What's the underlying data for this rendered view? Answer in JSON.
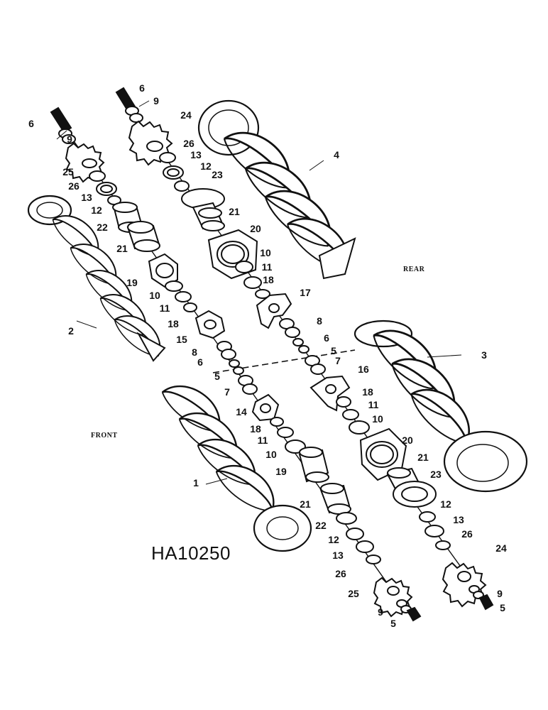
{
  "diagram": {
    "reference_code": "HA10250",
    "side_labels": {
      "rear": "REAR",
      "front": "FRONT"
    },
    "ink_color": "#111111",
    "paper_color": "#ffffff",
    "part_labels": [
      {
        "text": "6"
      },
      {
        "text": "9"
      },
      {
        "text": "25"
      },
      {
        "text": "26"
      },
      {
        "text": "13"
      },
      {
        "text": "12"
      },
      {
        "text": "22"
      },
      {
        "text": "21"
      },
      {
        "text": "19"
      },
      {
        "text": "10"
      },
      {
        "text": "11"
      },
      {
        "text": "18"
      },
      {
        "text": "15"
      },
      {
        "text": "8"
      },
      {
        "text": "6"
      },
      {
        "text": "5"
      },
      {
        "text": "7"
      },
      {
        "text": "2"
      },
      {
        "text": "14"
      },
      {
        "text": "18"
      },
      {
        "text": "11"
      },
      {
        "text": "10"
      },
      {
        "text": "19"
      },
      {
        "text": "1"
      },
      {
        "text": "21"
      },
      {
        "text": "22"
      },
      {
        "text": "12"
      },
      {
        "text": "13"
      },
      {
        "text": "26"
      },
      {
        "text": "25"
      },
      {
        "text": "9"
      },
      {
        "text": "5"
      },
      {
        "text": "6"
      },
      {
        "text": "9"
      },
      {
        "text": "24"
      },
      {
        "text": "26"
      },
      {
        "text": "13"
      },
      {
        "text": "12"
      },
      {
        "text": "23"
      },
      {
        "text": "21"
      },
      {
        "text": "20"
      },
      {
        "text": "10"
      },
      {
        "text": "11"
      },
      {
        "text": "18"
      },
      {
        "text": "17"
      },
      {
        "text": "8"
      },
      {
        "text": "6"
      },
      {
        "text": "5"
      },
      {
        "text": "7"
      },
      {
        "text": "4"
      },
      {
        "text": "16"
      },
      {
        "text": "18"
      },
      {
        "text": "11"
      },
      {
        "text": "10"
      },
      {
        "text": "20"
      },
      {
        "text": "21"
      },
      {
        "text": "23"
      },
      {
        "text": "12"
      },
      {
        "text": "13"
      },
      {
        "text": "26"
      },
      {
        "text": "24"
      },
      {
        "text": "9"
      },
      {
        "text": "5"
      },
      {
        "text": "3"
      }
    ]
  }
}
